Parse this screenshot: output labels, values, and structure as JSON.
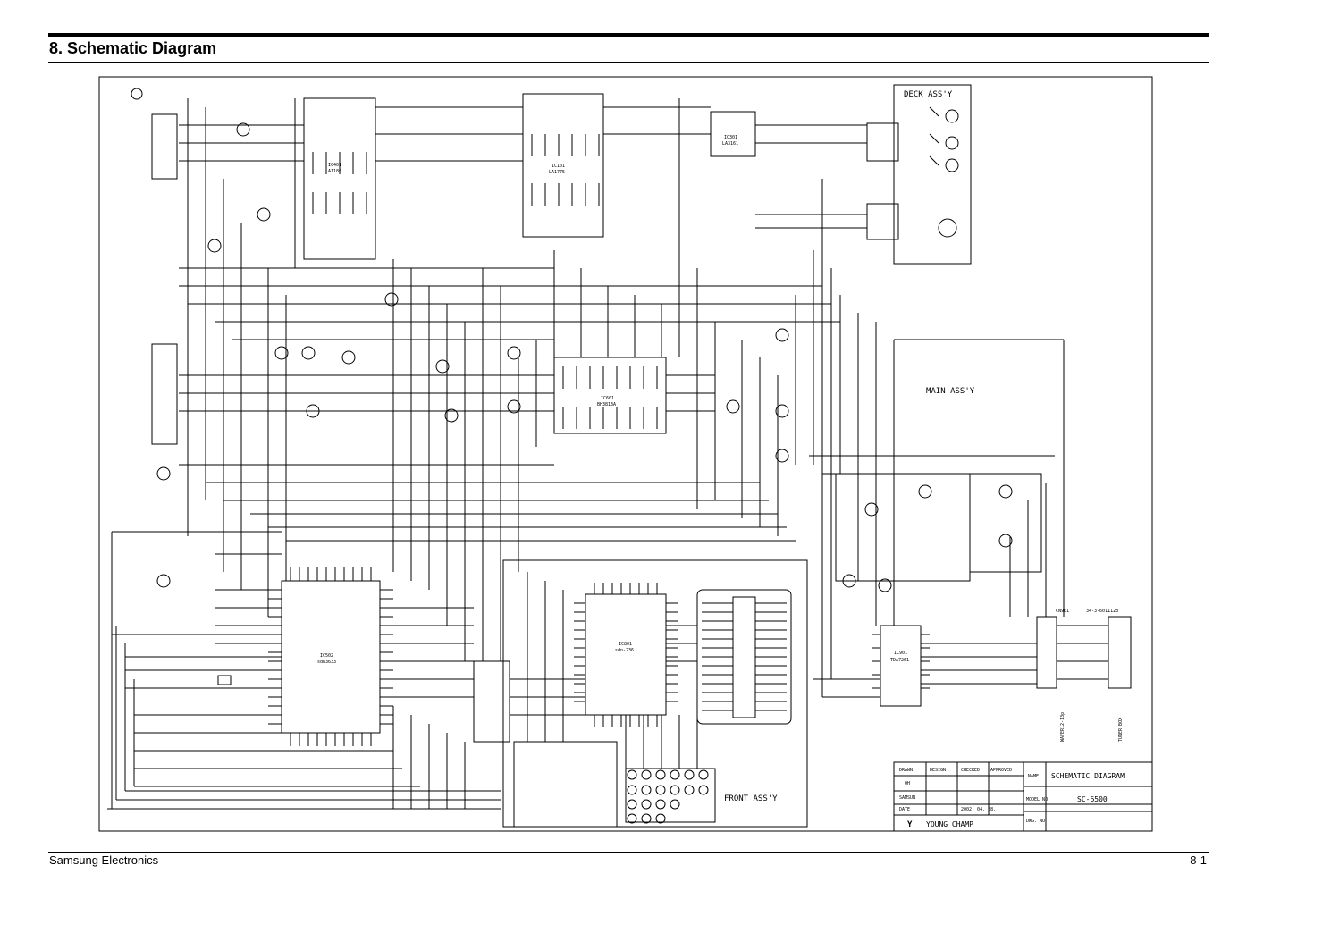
{
  "page": {
    "title": "8. Schematic Diagram",
    "footer_left": "Samsung Electronics",
    "footer_right": "8-1"
  },
  "assemblies": {
    "deck": "DECK ASS'Y",
    "main": "MAIN ASS'Y",
    "front": "FRONT ASS'Y"
  },
  "ics": {
    "ic_left": {
      "ref": "IC502",
      "part": "sdn3633"
    },
    "ic_front": {
      "ref": "IC801",
      "part": "sdn-236"
    },
    "ic_amp": {
      "ref": "IC901",
      "part": "TDA7261"
    },
    "ic_deck": {
      "ref": "IC301",
      "part": "LA3161"
    },
    "ic_mid": {
      "ref": "IC401",
      "part": "LA1186"
    },
    "ic_top": {
      "ref": "IC101",
      "part": "LA1775"
    },
    "ic_center": {
      "ref": "IC601",
      "part": "BH3813A"
    }
  },
  "connectors": {
    "cn_top_right": "CN901",
    "cn_spec": "34-3-6011128",
    "cn_left_label": "WAFER12-13p",
    "cn_right_label": "TUNER BOX"
  },
  "title_block": {
    "drawn": "DRAWN",
    "design": "DESIGN",
    "checked": "CHECKED",
    "approved": "APPROVED",
    "name_label": "NAME",
    "name_value": "SCHEMATIC DIAGRAM",
    "model_label": "MODEL NO",
    "model_value": "SC-6500",
    "date_label": "DATE",
    "date_value": "2002. 04. 08.",
    "dwg_label": "DWG. NO",
    "signer1": "OH",
    "signer2": "SAMSUN",
    "company": "YOUNG CHAMP",
    "logo_mark": "Y"
  }
}
